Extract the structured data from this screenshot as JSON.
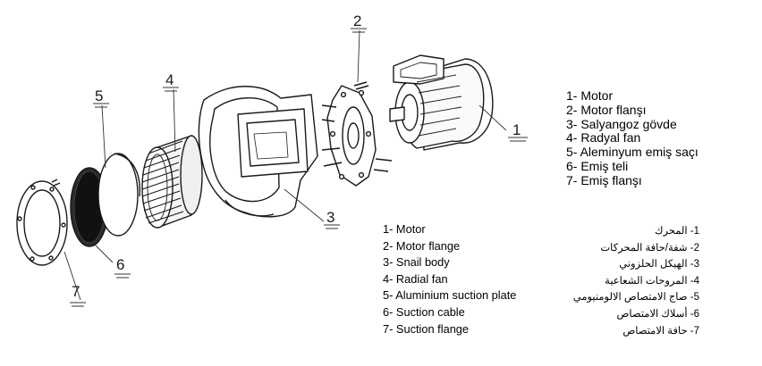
{
  "callouts": [
    "1",
    "2",
    "3",
    "4",
    "5",
    "6",
    "7"
  ],
  "legend_turkish": [
    "1- Motor",
    "2- Motor flanşı",
    "3- Salyangoz gövde",
    "4- Radyal fan",
    "5- Aleminyum emiş saçı",
    "6- Emiş teli",
    "7- Emiş flanşı"
  ],
  "legend_english": [
    "1- Motor",
    "2- Motor flange",
    "3- Snail body",
    "4-  Radial fan",
    "5-  Aluminium suction plate",
    "6-  Suction cable",
    "7-  Suction flange"
  ],
  "legend_arabic": [
    "1- المحرك",
    "2- شفة/حافة المحركات",
    "3- الهيكل الحلزوني",
    "4- المروحات الشعاعية",
    "5- صاج الامتصاص الالومنيومي",
    "6- أسلاك الامتصاص",
    "7- حافة الامتصاص"
  ],
  "colors": {
    "line": "#1a1a1a",
    "fill": "#ffffff",
    "background": "#ffffff"
  }
}
